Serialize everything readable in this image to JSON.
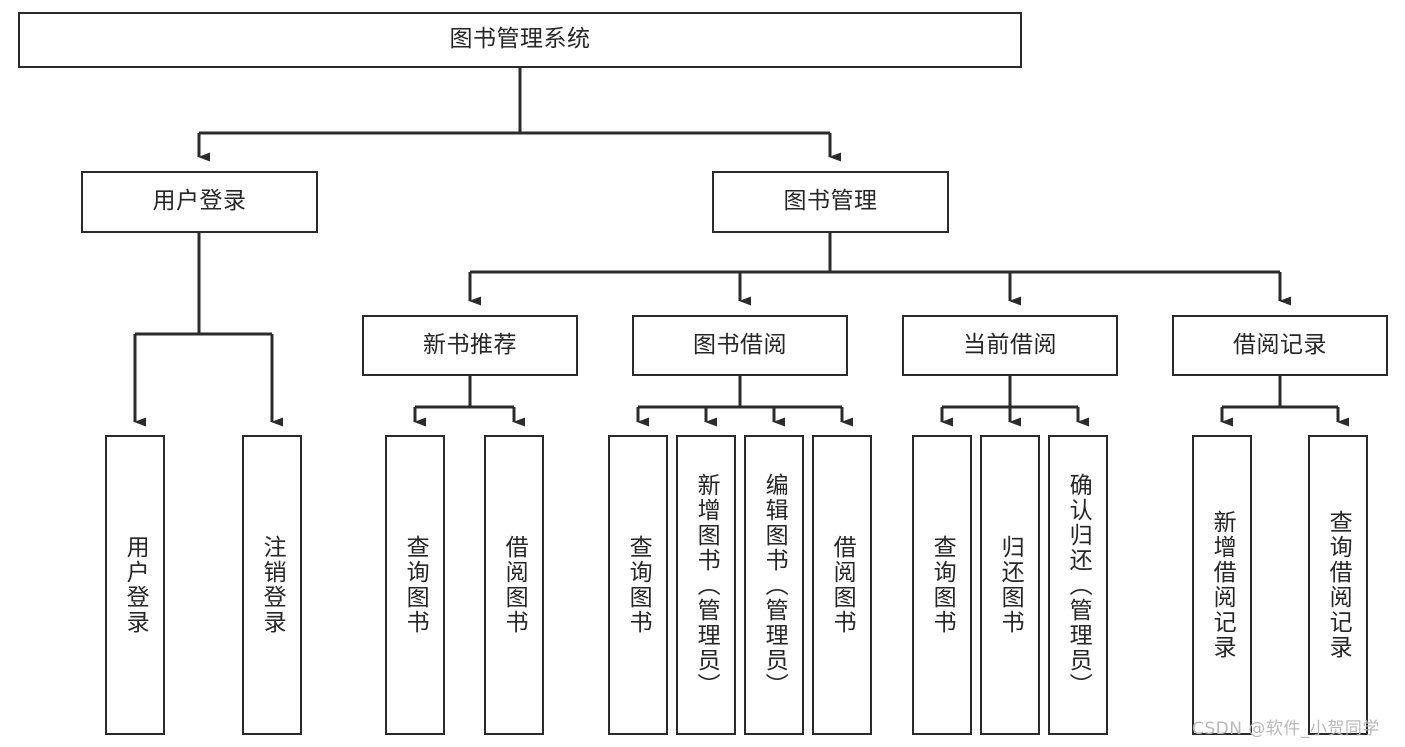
{
  "diagram": {
    "type": "tree",
    "title": "图书管理系统",
    "watermark": "CSDN @软件_小贺同学",
    "colors": {
      "box_border": "#2b2b2b",
      "box_fill": "#ffffff",
      "connector": "#2b2b2b",
      "text": "#262626",
      "watermark": "#b9b9b9",
      "background": "#ffffff"
    },
    "nodes": {
      "root": {
        "label": "图书管理系统"
      },
      "level2": [
        {
          "id": "user-login",
          "label": "用户登录"
        },
        {
          "id": "book-manage",
          "label": "图书管理"
        }
      ],
      "level3": [
        {
          "id": "new-book-recommend",
          "label": "新书推荐"
        },
        {
          "id": "book-borrow",
          "label": "图书借阅"
        },
        {
          "id": "current-borrow",
          "label": "当前借阅"
        },
        {
          "id": "borrow-record",
          "label": "借阅记录"
        }
      ],
      "leaves": {
        "user-login": [
          {
            "id": "leaf-user-login",
            "label": "用户登录"
          },
          {
            "id": "leaf-logout",
            "label": "注销登录"
          }
        ],
        "new-book-recommend": [
          {
            "id": "leaf-query-book-1",
            "label": "查询图书"
          },
          {
            "id": "leaf-borrow-book-1",
            "label": "借阅图书"
          }
        ],
        "book-borrow": [
          {
            "id": "leaf-query-book-2",
            "label": "查询图书"
          },
          {
            "id": "leaf-add-book",
            "label": "新增图书（管理员）"
          },
          {
            "id": "leaf-edit-book",
            "label": "编辑图书（管理员）"
          },
          {
            "id": "leaf-borrow-book-2",
            "label": "借阅图书"
          }
        ],
        "current-borrow": [
          {
            "id": "leaf-query-book-3",
            "label": "查询图书"
          },
          {
            "id": "leaf-return-book",
            "label": "归还图书"
          },
          {
            "id": "leaf-confirm-return",
            "label": "确认归还（管理员）"
          }
        ],
        "borrow-record": [
          {
            "id": "leaf-add-record",
            "label": "新增借阅记录"
          },
          {
            "id": "leaf-query-record",
            "label": "查询借阅记录"
          }
        ]
      }
    }
  }
}
